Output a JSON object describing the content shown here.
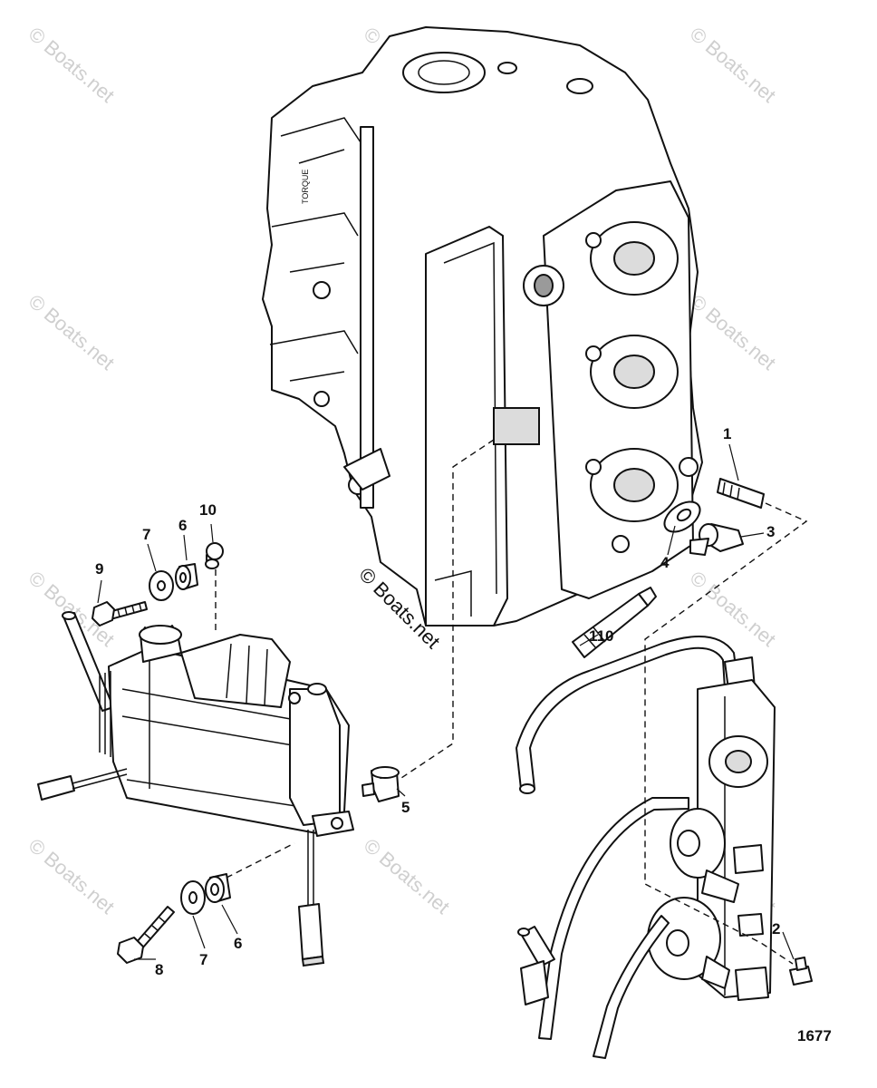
{
  "diagram": {
    "watermark": "© Boats.net",
    "figure_number": "1677",
    "casting_text": "TORQUE",
    "callouts": [
      {
        "id": "c1",
        "label": "1"
      },
      {
        "id": "c2",
        "label": "2"
      },
      {
        "id": "c3",
        "label": "3"
      },
      {
        "id": "c4",
        "label": "4"
      },
      {
        "id": "c5",
        "label": "5"
      },
      {
        "id": "c6a",
        "label": "6"
      },
      {
        "id": "c6b",
        "label": "6"
      },
      {
        "id": "c7a",
        "label": "7"
      },
      {
        "id": "c7b",
        "label": "7"
      },
      {
        "id": "c8",
        "label": "8"
      },
      {
        "id": "c9",
        "label": "9"
      },
      {
        "id": "c10",
        "label": "10"
      },
      {
        "id": "c110",
        "label": "110"
      }
    ]
  }
}
